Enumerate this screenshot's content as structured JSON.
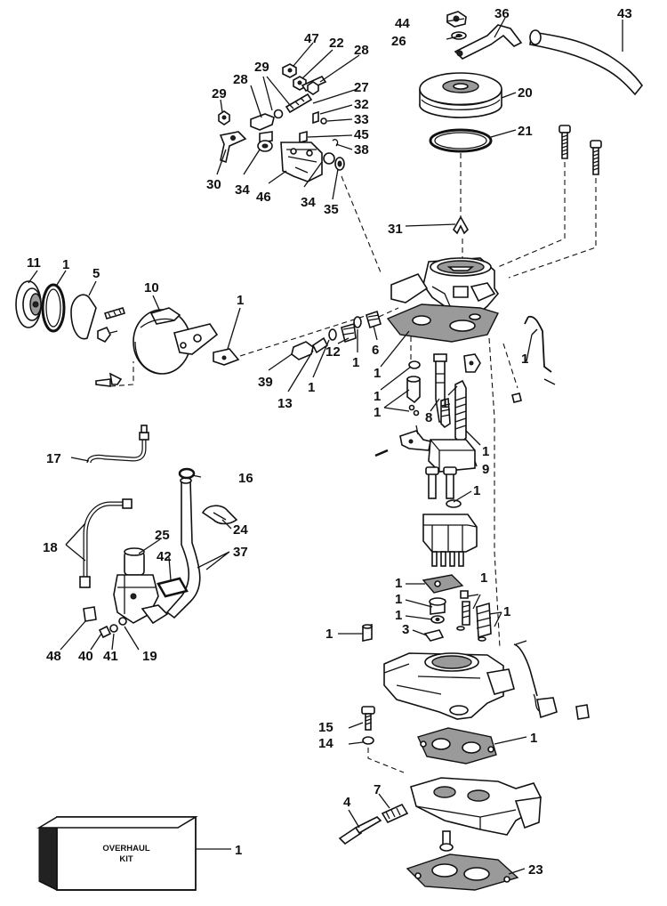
{
  "kit": {
    "line1": "OVERHAUL",
    "line2": "KIT"
  },
  "labels": {
    "p44": "44",
    "p26": "26",
    "p36": "36",
    "p43": "43",
    "p20": "20",
    "p21": "21",
    "p47": "47",
    "p22": "22",
    "p28a": "28",
    "p29a": "29",
    "p27": "27",
    "p29b": "29",
    "p28b": "28",
    "p32": "32",
    "p33": "33",
    "p45": "45",
    "p38": "38",
    "p30": "30",
    "p34a": "34",
    "p46": "46",
    "p34b": "34",
    "p35": "35",
    "p31": "31",
    "p11": "11",
    "p1a": "1",
    "p5": "5",
    "p10": "10",
    "p1b": "1",
    "p39": "39",
    "p13": "13",
    "p1c": "1",
    "p12": "12",
    "p1d": "1",
    "p6": "6",
    "p1e": "1",
    "p1f": "1",
    "p1g": "1",
    "p8": "8",
    "p1h": "1",
    "p1i": "1",
    "p9": "9",
    "p1j": "1",
    "p17": "17",
    "p16": "16",
    "p24": "24",
    "p18": "18",
    "p25": "25",
    "p42": "42",
    "p37": "37",
    "p48": "48",
    "p40": "40",
    "p41": "41",
    "p19": "19",
    "p1k": "1",
    "p1l": "1",
    "p1m": "1",
    "p1n": "1",
    "p1o": "1",
    "p3": "3",
    "p1p": "1",
    "p15": "15",
    "p14": "14",
    "p1q": "1",
    "p4": "4",
    "p7": "7",
    "p23": "23",
    "p1r": "1"
  }
}
